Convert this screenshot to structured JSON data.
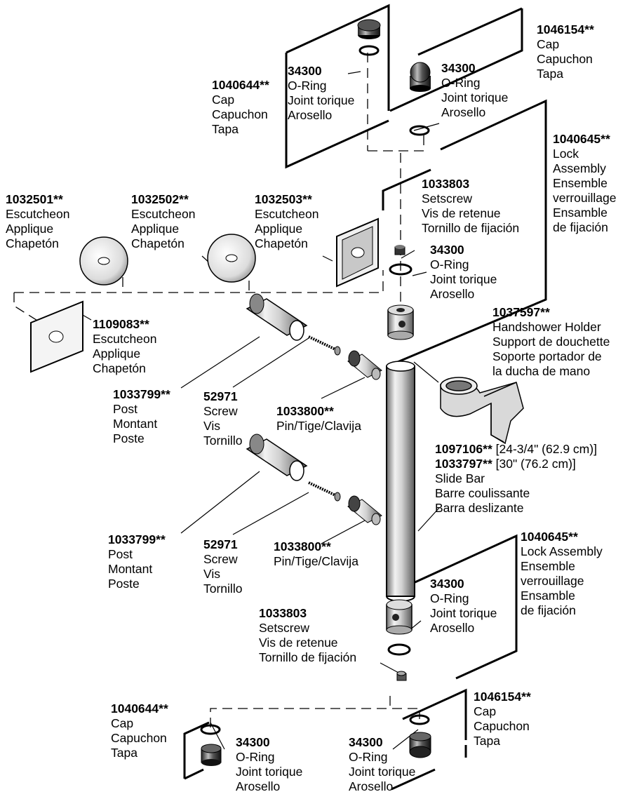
{
  "callouts": {
    "cap_top_left": {
      "lines": [
        "1040644**",
        "Cap",
        "Capuchon",
        "Tapa"
      ]
    },
    "oring_top_left": {
      "lines": [
        "34300",
        "O-Ring",
        "Joint torique",
        "Arosello"
      ]
    },
    "oring_top_right": {
      "lines": [
        "34300",
        "O-Ring",
        "Joint torique",
        "Arosello"
      ]
    },
    "cap_top_right": {
      "lines": [
        "1046154**",
        "Cap",
        "Capuchon",
        "Tapa"
      ]
    },
    "lock_top": {
      "lines": [
        "1040645**",
        "Lock",
        "Assembly",
        "Ensemble",
        "verrouillage",
        "Ensamble",
        "de fijación"
      ]
    },
    "setscrew_top": {
      "lines": [
        "1033803",
        "Setscrew",
        "Vis de retenue",
        "Tornillo de fijación"
      ]
    },
    "oring_mid": {
      "lines": [
        "34300",
        "O-Ring",
        "Joint torique",
        "Arosello"
      ]
    },
    "esc_1": {
      "lines": [
        "1032501**",
        "Escutcheon",
        "Applique",
        "Chapetón"
      ]
    },
    "esc_2": {
      "lines": [
        "1032502**",
        "Escutcheon",
        "Applique",
        "Chapetón"
      ]
    },
    "esc_3": {
      "lines": [
        "1032503**",
        "Escutcheon",
        "Applique",
        "Chapetón"
      ]
    },
    "esc_4": {
      "lines": [
        "1109083**",
        "Escutcheon",
        "Applique",
        "Chapetón"
      ]
    },
    "holder": {
      "lines": [
        "1037597**",
        "Handshower Holder",
        "Support de douchette",
        "Soporte portador de",
        "la ducha de mano"
      ]
    },
    "post_top": {
      "lines": [
        "1033799**",
        "Post",
        "Montant",
        "Poste"
      ]
    },
    "screw_top": {
      "lines": [
        "52971",
        "Screw",
        "Vis",
        "Tornillo"
      ]
    },
    "pin_top": {
      "lines": [
        "1033800**",
        "Pin/Tige/Clavija"
      ]
    },
    "slide_bar": {
      "num1": "1097106**",
      "size1": "[24-3/4\" (62.9 cm)]",
      "num2": "1033797**",
      "size2": "[30\" (76.2 cm)]",
      "lines": [
        "Slide Bar",
        "Barre coulissante",
        "Barra deslizante"
      ]
    },
    "post_bottom": {
      "lines": [
        "1033799**",
        "Post",
        "Montant",
        "Poste"
      ]
    },
    "screw_bottom": {
      "lines": [
        "52971",
        "Screw",
        "Vis",
        "Tornillo"
      ]
    },
    "pin_bottom": {
      "lines": [
        "1033800**",
        "Pin/Tige/Clavija"
      ]
    },
    "lock_bottom": {
      "lines": [
        "1040645**",
        "Lock Assembly",
        "Ensemble",
        "verrouillage",
        "Ensamble",
        "de fijación"
      ]
    },
    "oring_bottom_mid": {
      "lines": [
        "34300",
        "O-Ring",
        "Joint torique",
        "Arosello"
      ]
    },
    "setscrew_bottom": {
      "lines": [
        "1033803",
        "Setscrew",
        "Vis de retenue",
        "Tornillo de fijación"
      ]
    },
    "cap_bottom_left": {
      "lines": [
        "1040644**",
        "Cap",
        "Capuchon",
        "Tapa"
      ]
    },
    "oring_bottom_left": {
      "lines": [
        "34300",
        "O-Ring",
        "Joint torique",
        "Arosello"
      ]
    },
    "cap_bottom_right": {
      "lines": [
        "1046154**",
        "Cap",
        "Capuchon",
        "Tapa"
      ]
    },
    "oring_bottom_right": {
      "lines": [
        "34300",
        "O-Ring",
        "Joint torique",
        "Arosello"
      ]
    }
  }
}
